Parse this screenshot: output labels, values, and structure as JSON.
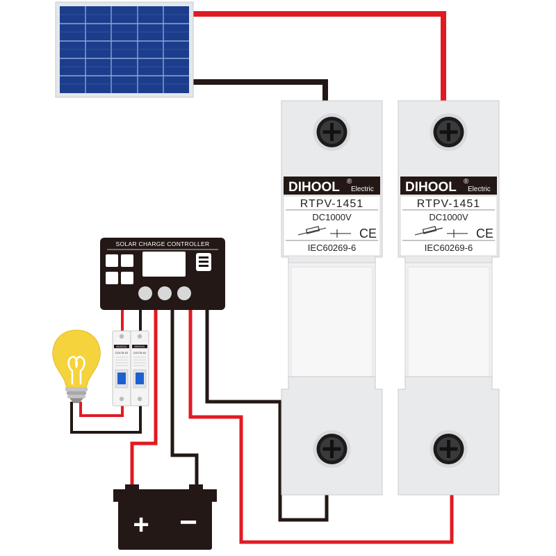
{
  "solar_panel": {
    "name": "solar panel"
  },
  "charge_controller": {
    "title": "SOLAR CHARGE CONTROLLER"
  },
  "fuse_holders": [
    {
      "brand": "DIHOOL",
      "registered": "®",
      "suffix": "Electric",
      "model": "RTPV-1451",
      "voltage": "DC1000V",
      "mark": "CE",
      "standard": "IEC60269-6"
    },
    {
      "brand": "DIHOOL",
      "registered": "®",
      "suffix": "Electric",
      "model": "RTPV-1451",
      "voltage": "DC1000V",
      "mark": "CE",
      "standard": "IEC60269-6"
    }
  ],
  "mini_breakers": [
    {
      "brand": "DIHOOL",
      "model": "DZ47B-63"
    },
    {
      "brand": "DIHOOL",
      "model": "DZ47B-63"
    }
  ],
  "battery": {
    "plus": "+",
    "minus": "−"
  },
  "colors": {
    "positive_wire": "#e01a22",
    "negative_wire": "#231815",
    "controller": "#231815",
    "panel": "#1b3d8c",
    "bulb": "#f5d33c"
  }
}
